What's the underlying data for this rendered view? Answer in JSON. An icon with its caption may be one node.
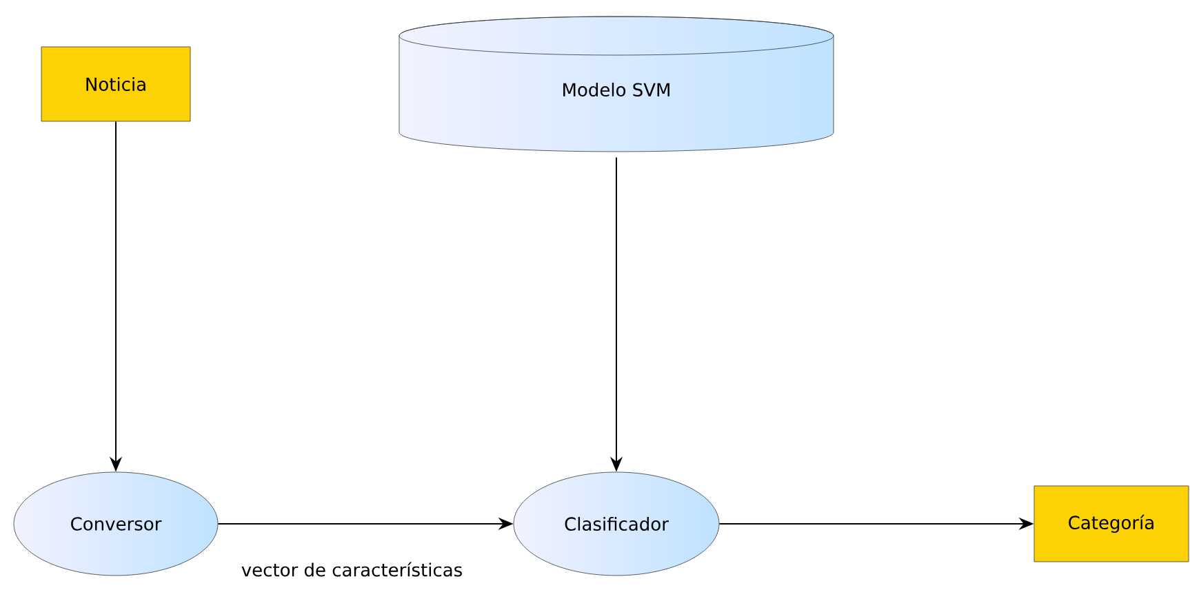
{
  "diagram": {
    "nodes": [
      {
        "text": [
          "Noticia"
        ]
      },
      {
        "text": [
          "Modelo SVM"
        ]
      },
      {
        "text": [
          "Conversor"
        ]
      },
      {
        "text": [
          "Clasificador"
        ]
      },
      {
        "text": [
          "Categoría"
        ]
      }
    ],
    "edges": [
      {
        "from": 0,
        "to": 2,
        "arrow": "to"
      },
      {
        "from": 1,
        "to": 3,
        "arrow": "to"
      },
      {
        "from": 2,
        "to": 3,
        "arrow": "to",
        "label": "vector de características"
      },
      {
        "from": 3,
        "to": 4,
        "arrow": "to"
      }
    ]
  }
}
